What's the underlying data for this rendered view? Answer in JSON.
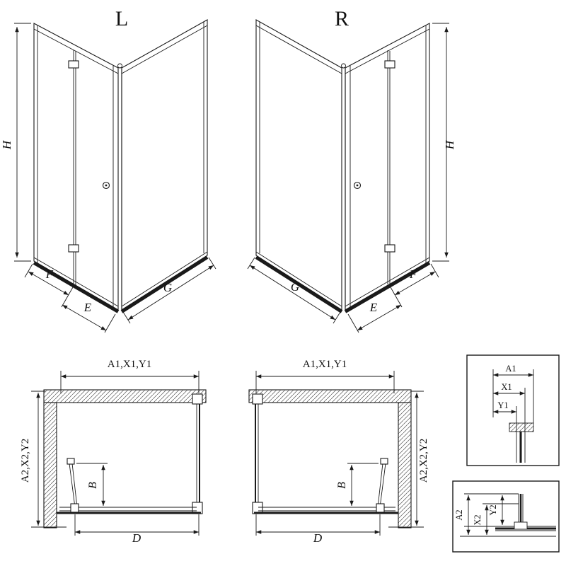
{
  "page": {
    "ink": "#1a1a1a",
    "background": "#ffffff"
  },
  "drawing": {
    "front_views": {
      "left": {
        "variant": "L",
        "dim_height": "H",
        "dim_f": "F",
        "dim_e": "E",
        "dim_g": "G"
      },
      "right": {
        "variant": "R",
        "dim_height": "H",
        "dim_f": "F",
        "dim_e": "E",
        "dim_g": "G"
      }
    },
    "plan_views": {
      "left": {
        "dim_top": "A1,X1,Y1",
        "dim_side": "A2,X2,Y2",
        "dim_b": "B",
        "dim_d": "D"
      },
      "right": {
        "dim_top": "A1,X1,Y1",
        "dim_side": "A2,X2,Y2",
        "dim_b": "B",
        "dim_d": "D"
      }
    },
    "detail_views": {
      "wall_profile": {
        "dim_a1": "A1",
        "dim_x1": "X1",
        "dim_y1": "Y1"
      },
      "floor_profile": {
        "dim_a2": "A2",
        "dim_x2": "X2",
        "dim_y2": "Y2"
      }
    }
  }
}
